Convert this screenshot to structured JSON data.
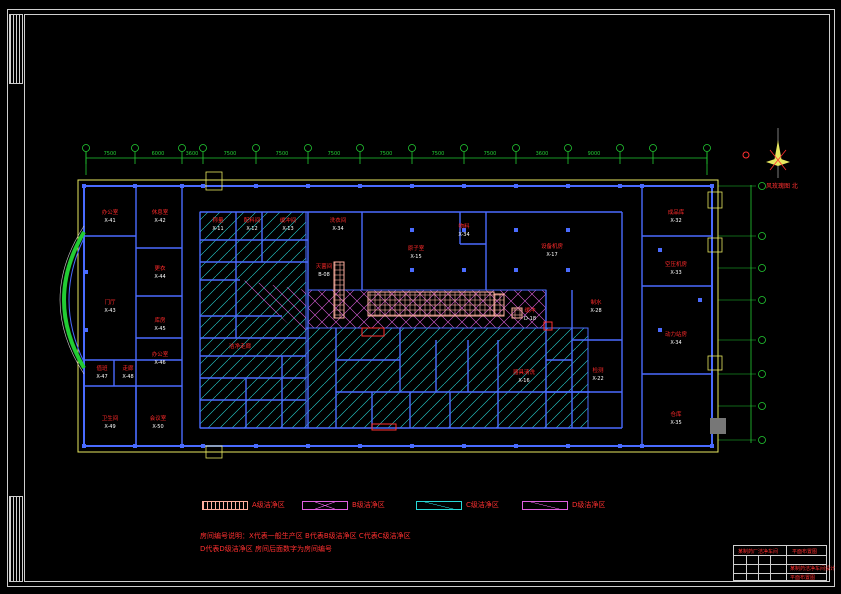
{
  "colors": {
    "background": "#000000",
    "wall": "#4a6bff",
    "outer_line": "#e8e860",
    "room_label": "#ff2a2a",
    "code_label": "#ffffff",
    "grid_axis": "#22cc33",
    "hatch": "#e060e0",
    "frame": "#cfcfcf"
  },
  "dimensions_top": [
    "7500",
    "6000",
    "3600",
    "7500",
    "7500",
    "7500",
    "7500",
    "7500",
    "7500",
    "3600",
    "9000"
  ],
  "rooms": [
    {
      "name": "办公室",
      "code": "X-41"
    },
    {
      "name": "休息室",
      "code": "X-42"
    },
    {
      "name": "门厅",
      "code": "X-43"
    },
    {
      "name": "库房",
      "code": "X-45"
    },
    {
      "name": "办公室",
      "code": "X-46"
    },
    {
      "name": "值班",
      "code": "X-47"
    },
    {
      "name": "卫生间",
      "code": "X-49"
    },
    {
      "name": "会议室",
      "code": "X-50"
    },
    {
      "name": "走廊",
      "code": "X-48"
    },
    {
      "name": "更衣",
      "code": "X-44"
    },
    {
      "name": "洁净走廊",
      "code": ""
    },
    {
      "name": "原子室",
      "code": "X-15"
    },
    {
      "name": "设备机房",
      "code": "X-17"
    },
    {
      "name": "物料",
      "code": "X-34"
    },
    {
      "name": "配料间",
      "code": "X-12"
    },
    {
      "name": "称量",
      "code": "X-11"
    },
    {
      "name": "缓冲间",
      "code": "X-13"
    },
    {
      "name": "洗衣间",
      "code": "X-34"
    },
    {
      "name": "灭菌间",
      "code": "B-08"
    },
    {
      "name": "缓冲",
      "code": "D-18"
    },
    {
      "name": "器具清洗",
      "code": "X-16"
    },
    {
      "name": "检测",
      "code": "X-22"
    },
    {
      "name": "制水",
      "code": "X-28"
    },
    {
      "name": "成品库",
      "code": "X-32"
    },
    {
      "name": "空压机房",
      "code": "X-33"
    },
    {
      "name": "动力站房",
      "code": "X-34"
    },
    {
      "name": "仓库",
      "code": "X-35"
    }
  ],
  "legend": [
    {
      "label": "A级洁净区"
    },
    {
      "label": "B级洁净区"
    },
    {
      "label": "C级洁净区"
    },
    {
      "label": "D级洁净区"
    }
  ],
  "notes": [
    "房间编号说明：X代表一般生产区  B代表B级洁净区  C代表C级洁净区",
    "D代表D级洁净区  房间后面数字为房间编号"
  ],
  "north_arrow_label": "风玫瑰图  北",
  "title_block": {
    "project": "某制药厂洁净车间",
    "drawing": "平面布置图",
    "subtitle": "某制药洁净车间设计",
    "number": "平面布置图"
  }
}
